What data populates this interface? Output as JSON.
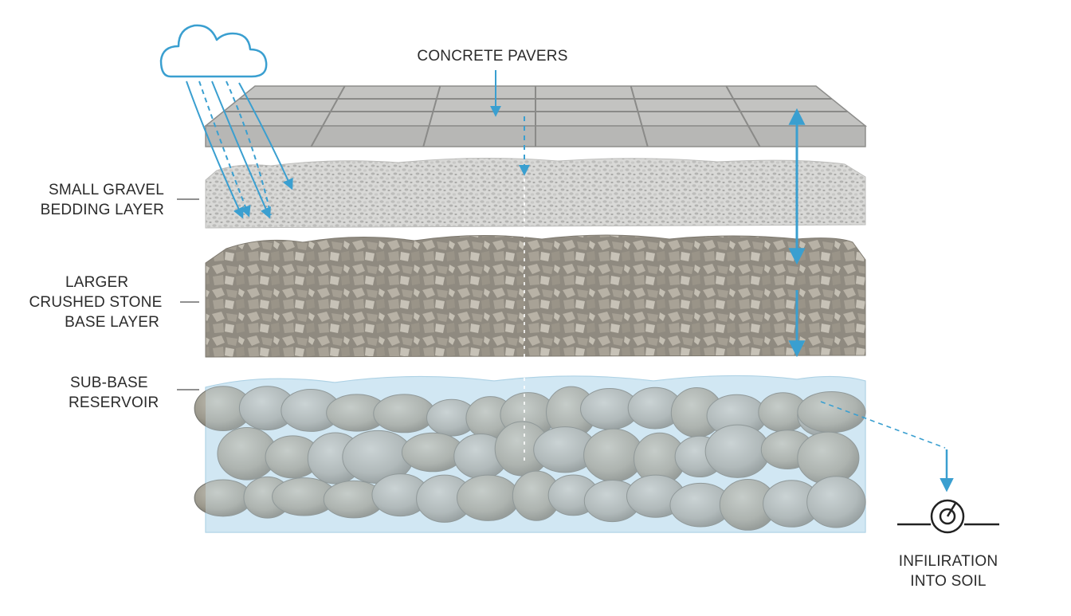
{
  "labels": {
    "concrete_pavers": "CONCRETE PAVERS",
    "gravel_bedding": [
      "SMALL GRAVEL",
      "BEDDING LAYER"
    ],
    "crushed_stone": [
      "LARGER",
      "CRUSHED STONE",
      "BASE LAYER"
    ],
    "sub_base": [
      "SUB-BASE",
      "RESERVOIR"
    ],
    "infiltration": [
      "INFILIRATION",
      "INTO SOIL"
    ]
  },
  "colors": {
    "water_arrow": "#3a9fd0",
    "paver": "#c9c9c7",
    "paver_edge": "#8d8d8b",
    "gravel": "#d6d6d4",
    "crushed_stone": "#9c978c",
    "reservoir_water": "#cfe5f2",
    "cobble": "#a9aaa5",
    "leader_line": "#6b6b6b",
    "soil_symbol": "#222222"
  },
  "icons": [
    "rain-cloud-icon",
    "soil-infiltration-icon"
  ]
}
